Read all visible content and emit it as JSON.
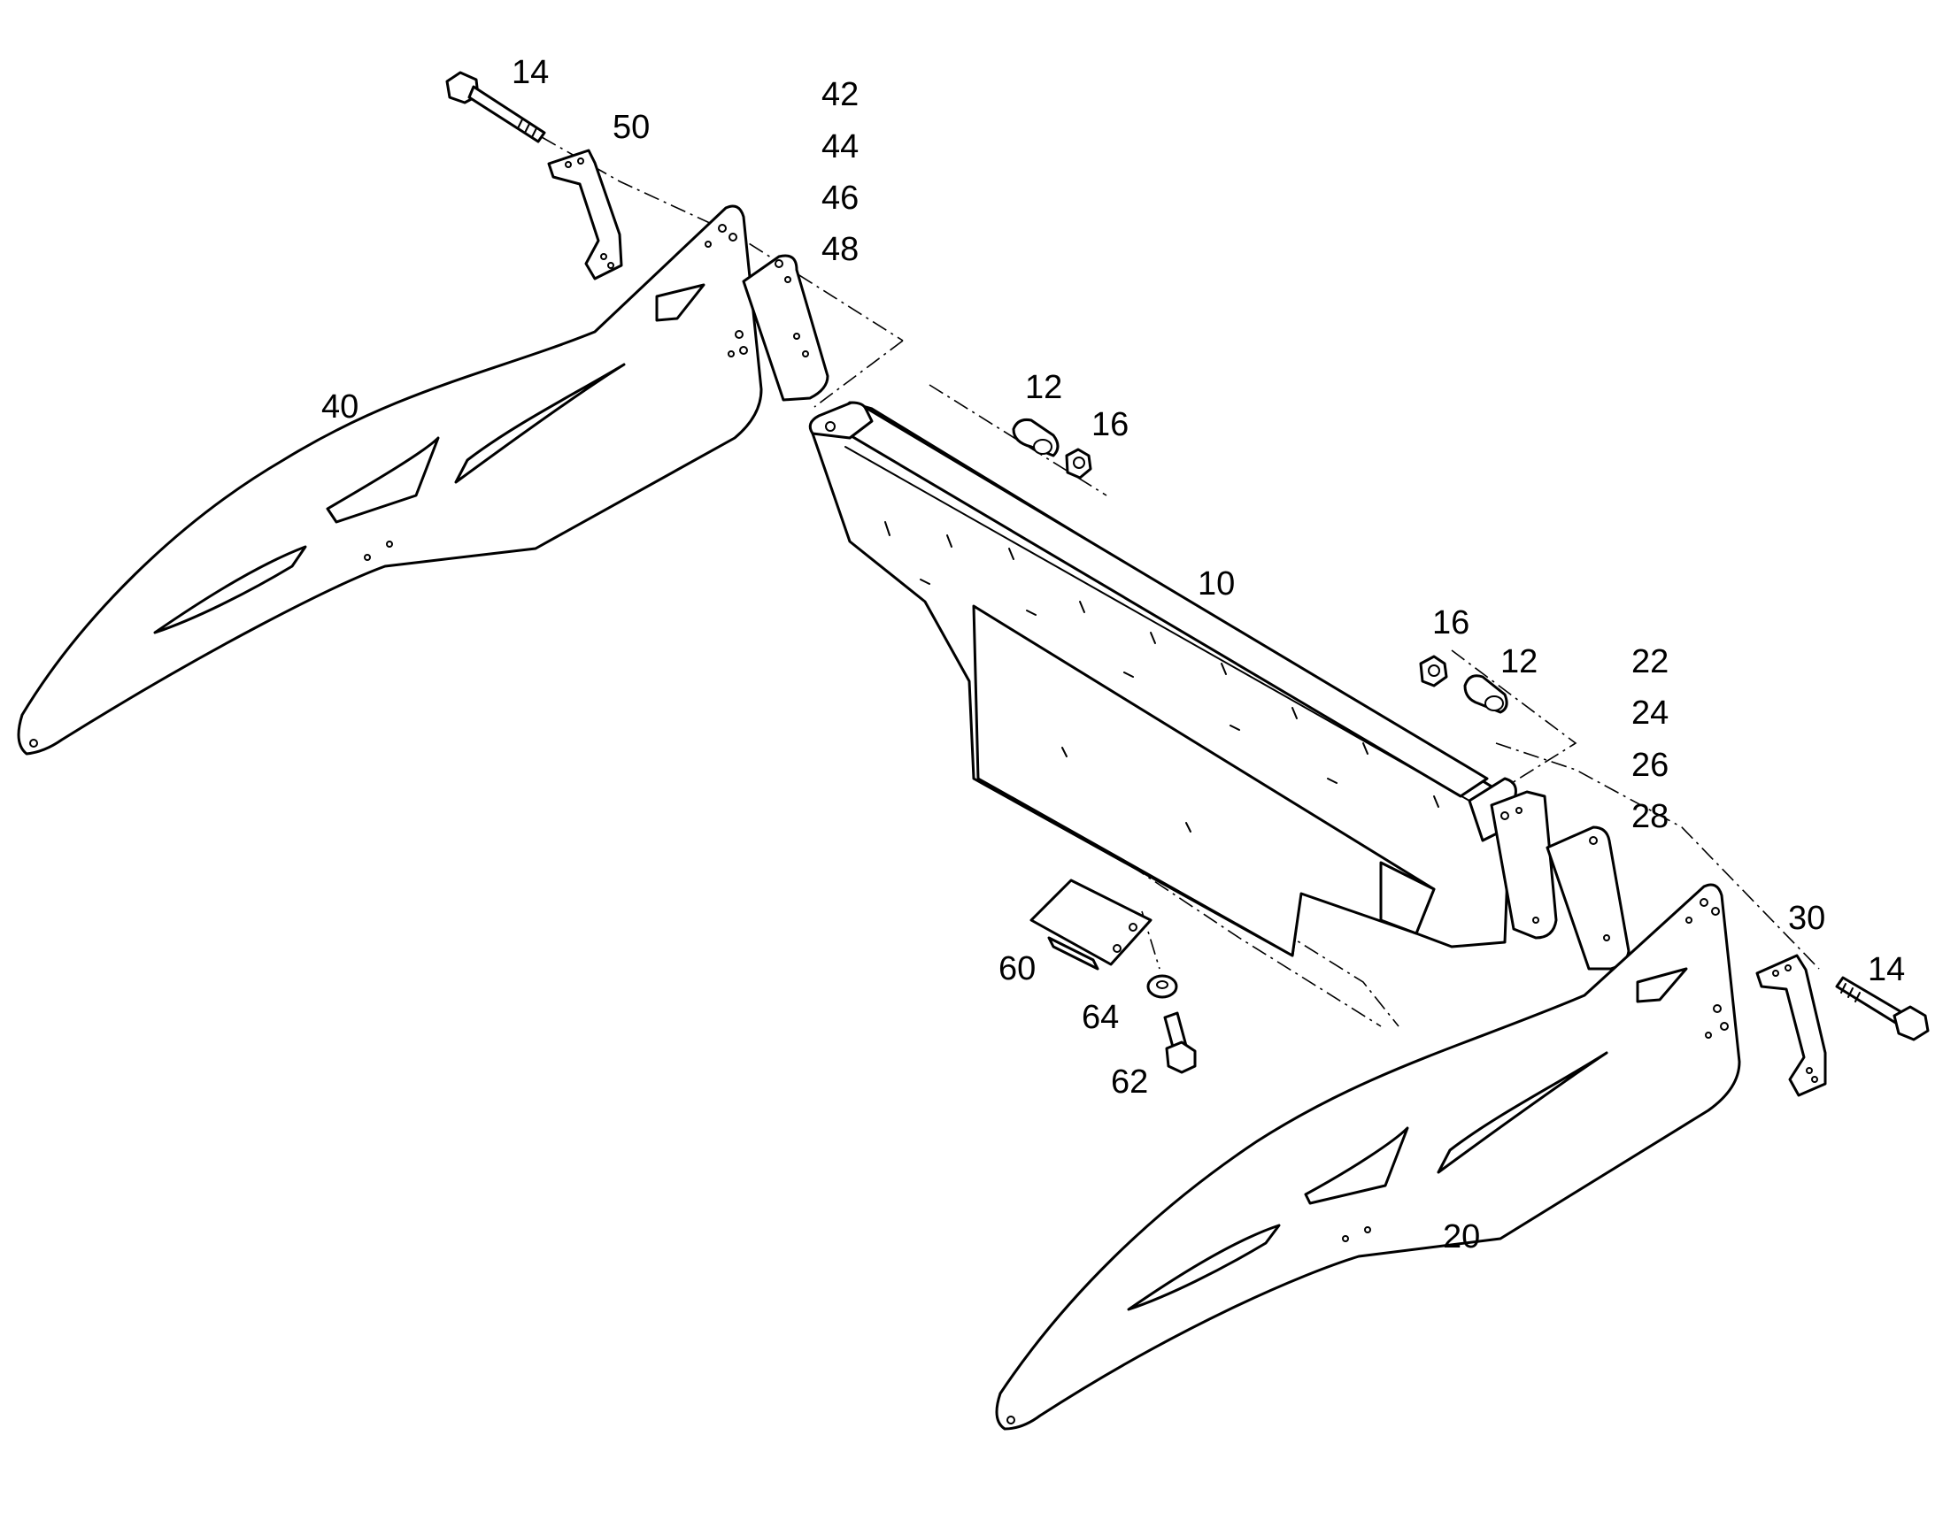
{
  "diagram": {
    "callouts": [
      {
        "id": "c14a",
        "text": "14"
      },
      {
        "id": "c50",
        "text": "50"
      },
      {
        "id": "c42",
        "text": "42"
      },
      {
        "id": "c44",
        "text": "44"
      },
      {
        "id": "c46",
        "text": "46"
      },
      {
        "id": "c48",
        "text": "48"
      },
      {
        "id": "c40",
        "text": "40"
      },
      {
        "id": "c12a",
        "text": "12"
      },
      {
        "id": "c16a",
        "text": "16"
      },
      {
        "id": "c10",
        "text": "10"
      },
      {
        "id": "c16b",
        "text": "16"
      },
      {
        "id": "c12b",
        "text": "12"
      },
      {
        "id": "c22",
        "text": "22"
      },
      {
        "id": "c24",
        "text": "24"
      },
      {
        "id": "c26",
        "text": "26"
      },
      {
        "id": "c28",
        "text": "28"
      },
      {
        "id": "c30",
        "text": "30"
      },
      {
        "id": "c14b",
        "text": "14"
      },
      {
        "id": "c60",
        "text": "60"
      },
      {
        "id": "c64",
        "text": "64"
      },
      {
        "id": "c62",
        "text": "62"
      },
      {
        "id": "c20",
        "text": "20"
      }
    ],
    "colors": {
      "line": "#000000",
      "background": "#ffffff"
    }
  }
}
